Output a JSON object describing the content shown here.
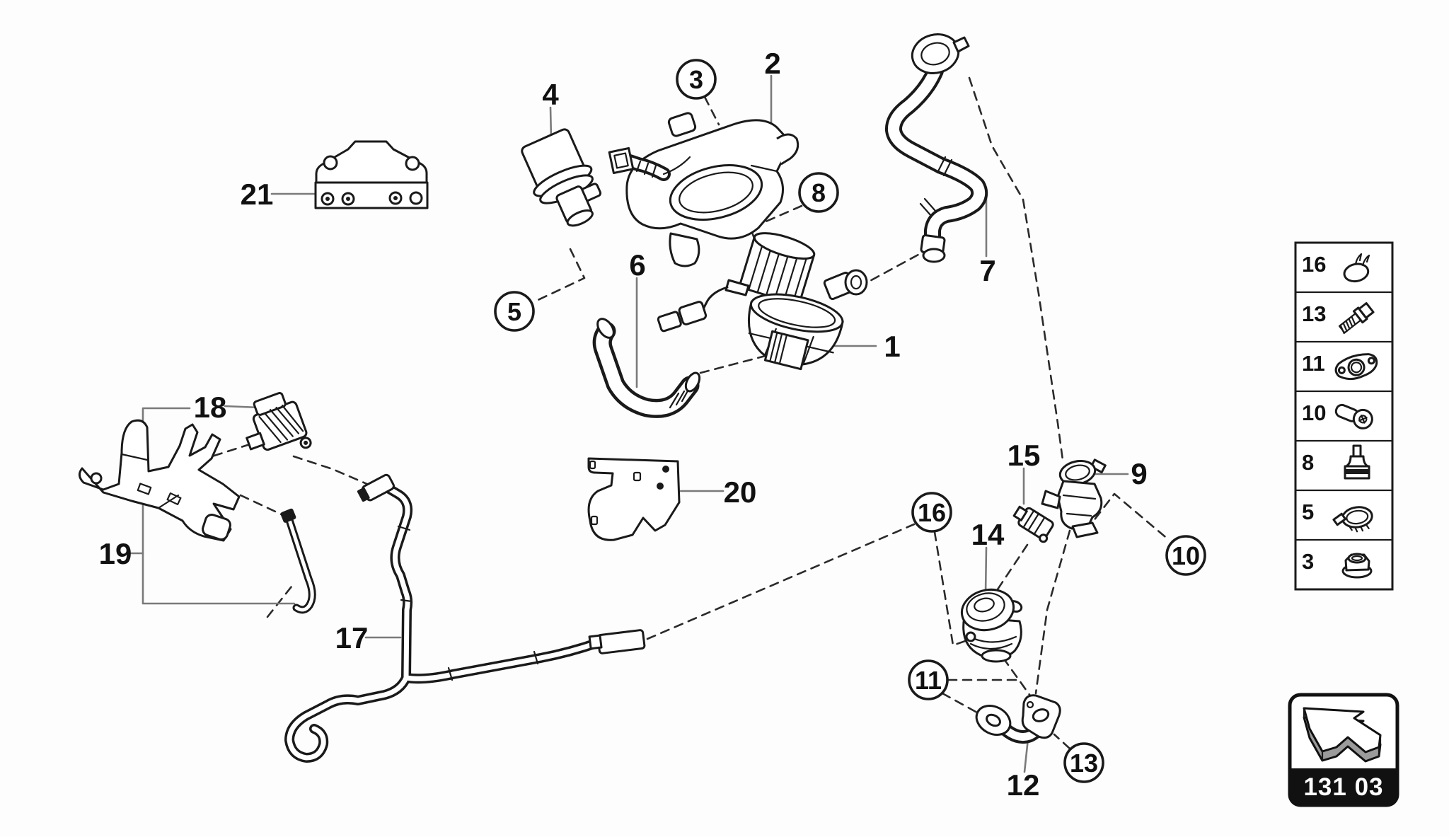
{
  "diagram": {
    "callouts": [
      {
        "number": "1",
        "circled": false
      },
      {
        "number": "2",
        "circled": false
      },
      {
        "number": "3",
        "circled": true
      },
      {
        "number": "4",
        "circled": false
      },
      {
        "number": "5",
        "circled": true
      },
      {
        "number": "6",
        "circled": false
      },
      {
        "number": "7",
        "circled": false
      },
      {
        "number": "8",
        "circled": true
      },
      {
        "number": "9",
        "circled": false
      },
      {
        "number": "10",
        "circled": true
      },
      {
        "number": "11",
        "circled": true
      },
      {
        "number": "12",
        "circled": false
      },
      {
        "number": "13",
        "circled": true
      },
      {
        "number": "14",
        "circled": false
      },
      {
        "number": "15",
        "circled": false
      },
      {
        "number": "16",
        "circled": true
      },
      {
        "number": "17",
        "circled": false
      },
      {
        "number": "18",
        "circled": false
      },
      {
        "number": "19",
        "circled": false
      },
      {
        "number": "20",
        "circled": false
      },
      {
        "number": "21",
        "circled": false
      }
    ],
    "legend": {
      "rows": [
        {
          "number": "16",
          "icon": "retaining-clip-icon"
        },
        {
          "number": "13",
          "icon": "flange-bolt-icon"
        },
        {
          "number": "11",
          "icon": "gasket-icon"
        },
        {
          "number": "10",
          "icon": "connector-stud-icon"
        },
        {
          "number": "8",
          "icon": "rubber-mount-icon"
        },
        {
          "number": "5",
          "icon": "hose-clamp-icon"
        },
        {
          "number": "3",
          "icon": "flange-nut-icon"
        }
      ]
    },
    "nav_box": {
      "code": "131 03",
      "icon": "back-arrow-3d-icon"
    },
    "colors": {
      "line": "#1a1a1a",
      "nav_box_bg": "#111111",
      "nav_text": "#ffffff",
      "arrow_side": "#9b9b9b"
    }
  }
}
